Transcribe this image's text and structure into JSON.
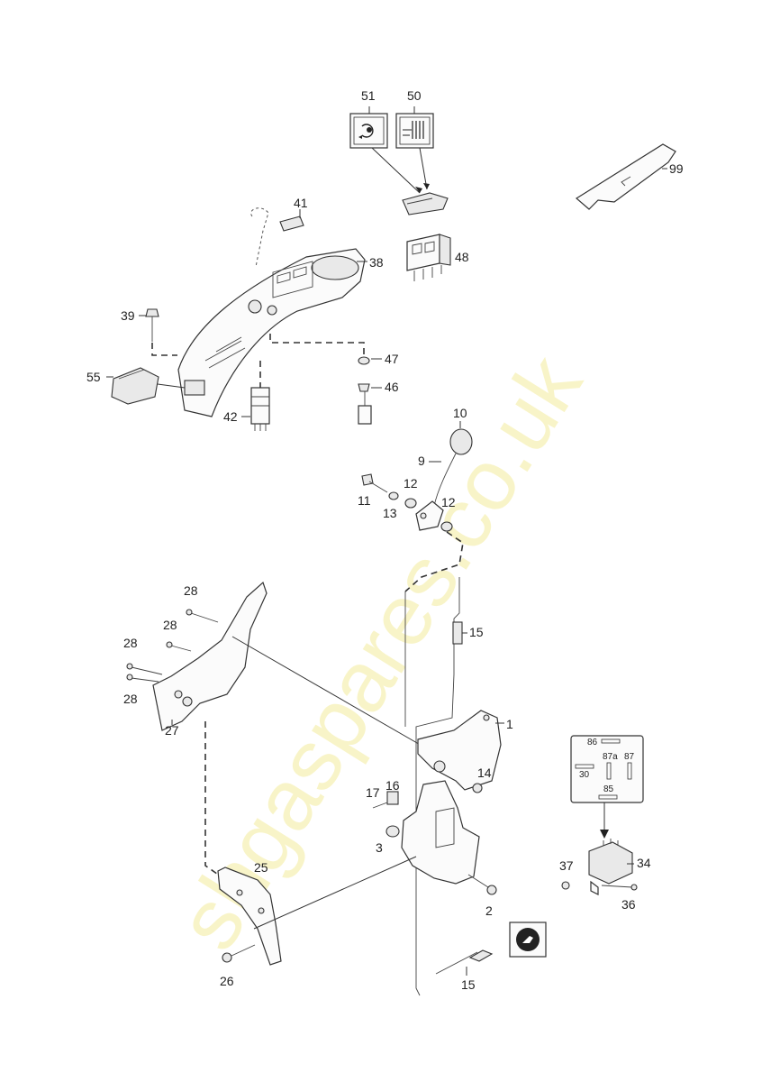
{
  "watermark": "shgaspares.co.uk",
  "callouts": {
    "c1": "1",
    "c2": "2",
    "c3": "3",
    "c9": "9",
    "c10": "10",
    "c11": "11",
    "c12a": "12",
    "c12b": "12",
    "c13": "13",
    "c14": "14",
    "c15a": "15",
    "c15b": "15",
    "c16": "16",
    "c17": "17",
    "c25": "25",
    "c26": "26",
    "c27": "27",
    "c28a": "28",
    "c28b": "28",
    "c28c": "28",
    "c28d": "28",
    "c34": "34",
    "c36": "36",
    "c37": "37",
    "c38": "38",
    "c39": "39",
    "c41": "41",
    "c42": "42",
    "c46": "46",
    "c47": "47",
    "c48": "48",
    "c50": "50",
    "c51": "51",
    "c55": "55",
    "c99": "99"
  },
  "relay_terminals": {
    "t86": "86",
    "t87a": "87a",
    "t87": "87",
    "t30": "30",
    "t85": "85"
  },
  "icons": {
    "symbol_51": "climate-recirculation-icon",
    "symbol_50": "rear-window-heater-icon",
    "hare_symbol": "hare-speed-icon",
    "arrow_99": "arrow-left-icon"
  }
}
